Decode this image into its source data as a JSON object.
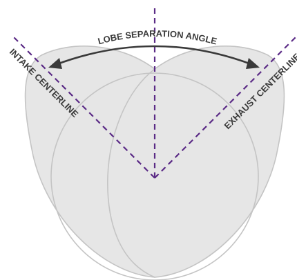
{
  "diagram": {
    "title": "LOBE SEPARATION ANGLE",
    "intake_label": "INTAKE CENTERLINE",
    "exhaust_label": "EXHAUST CENTERLINE"
  }
}
